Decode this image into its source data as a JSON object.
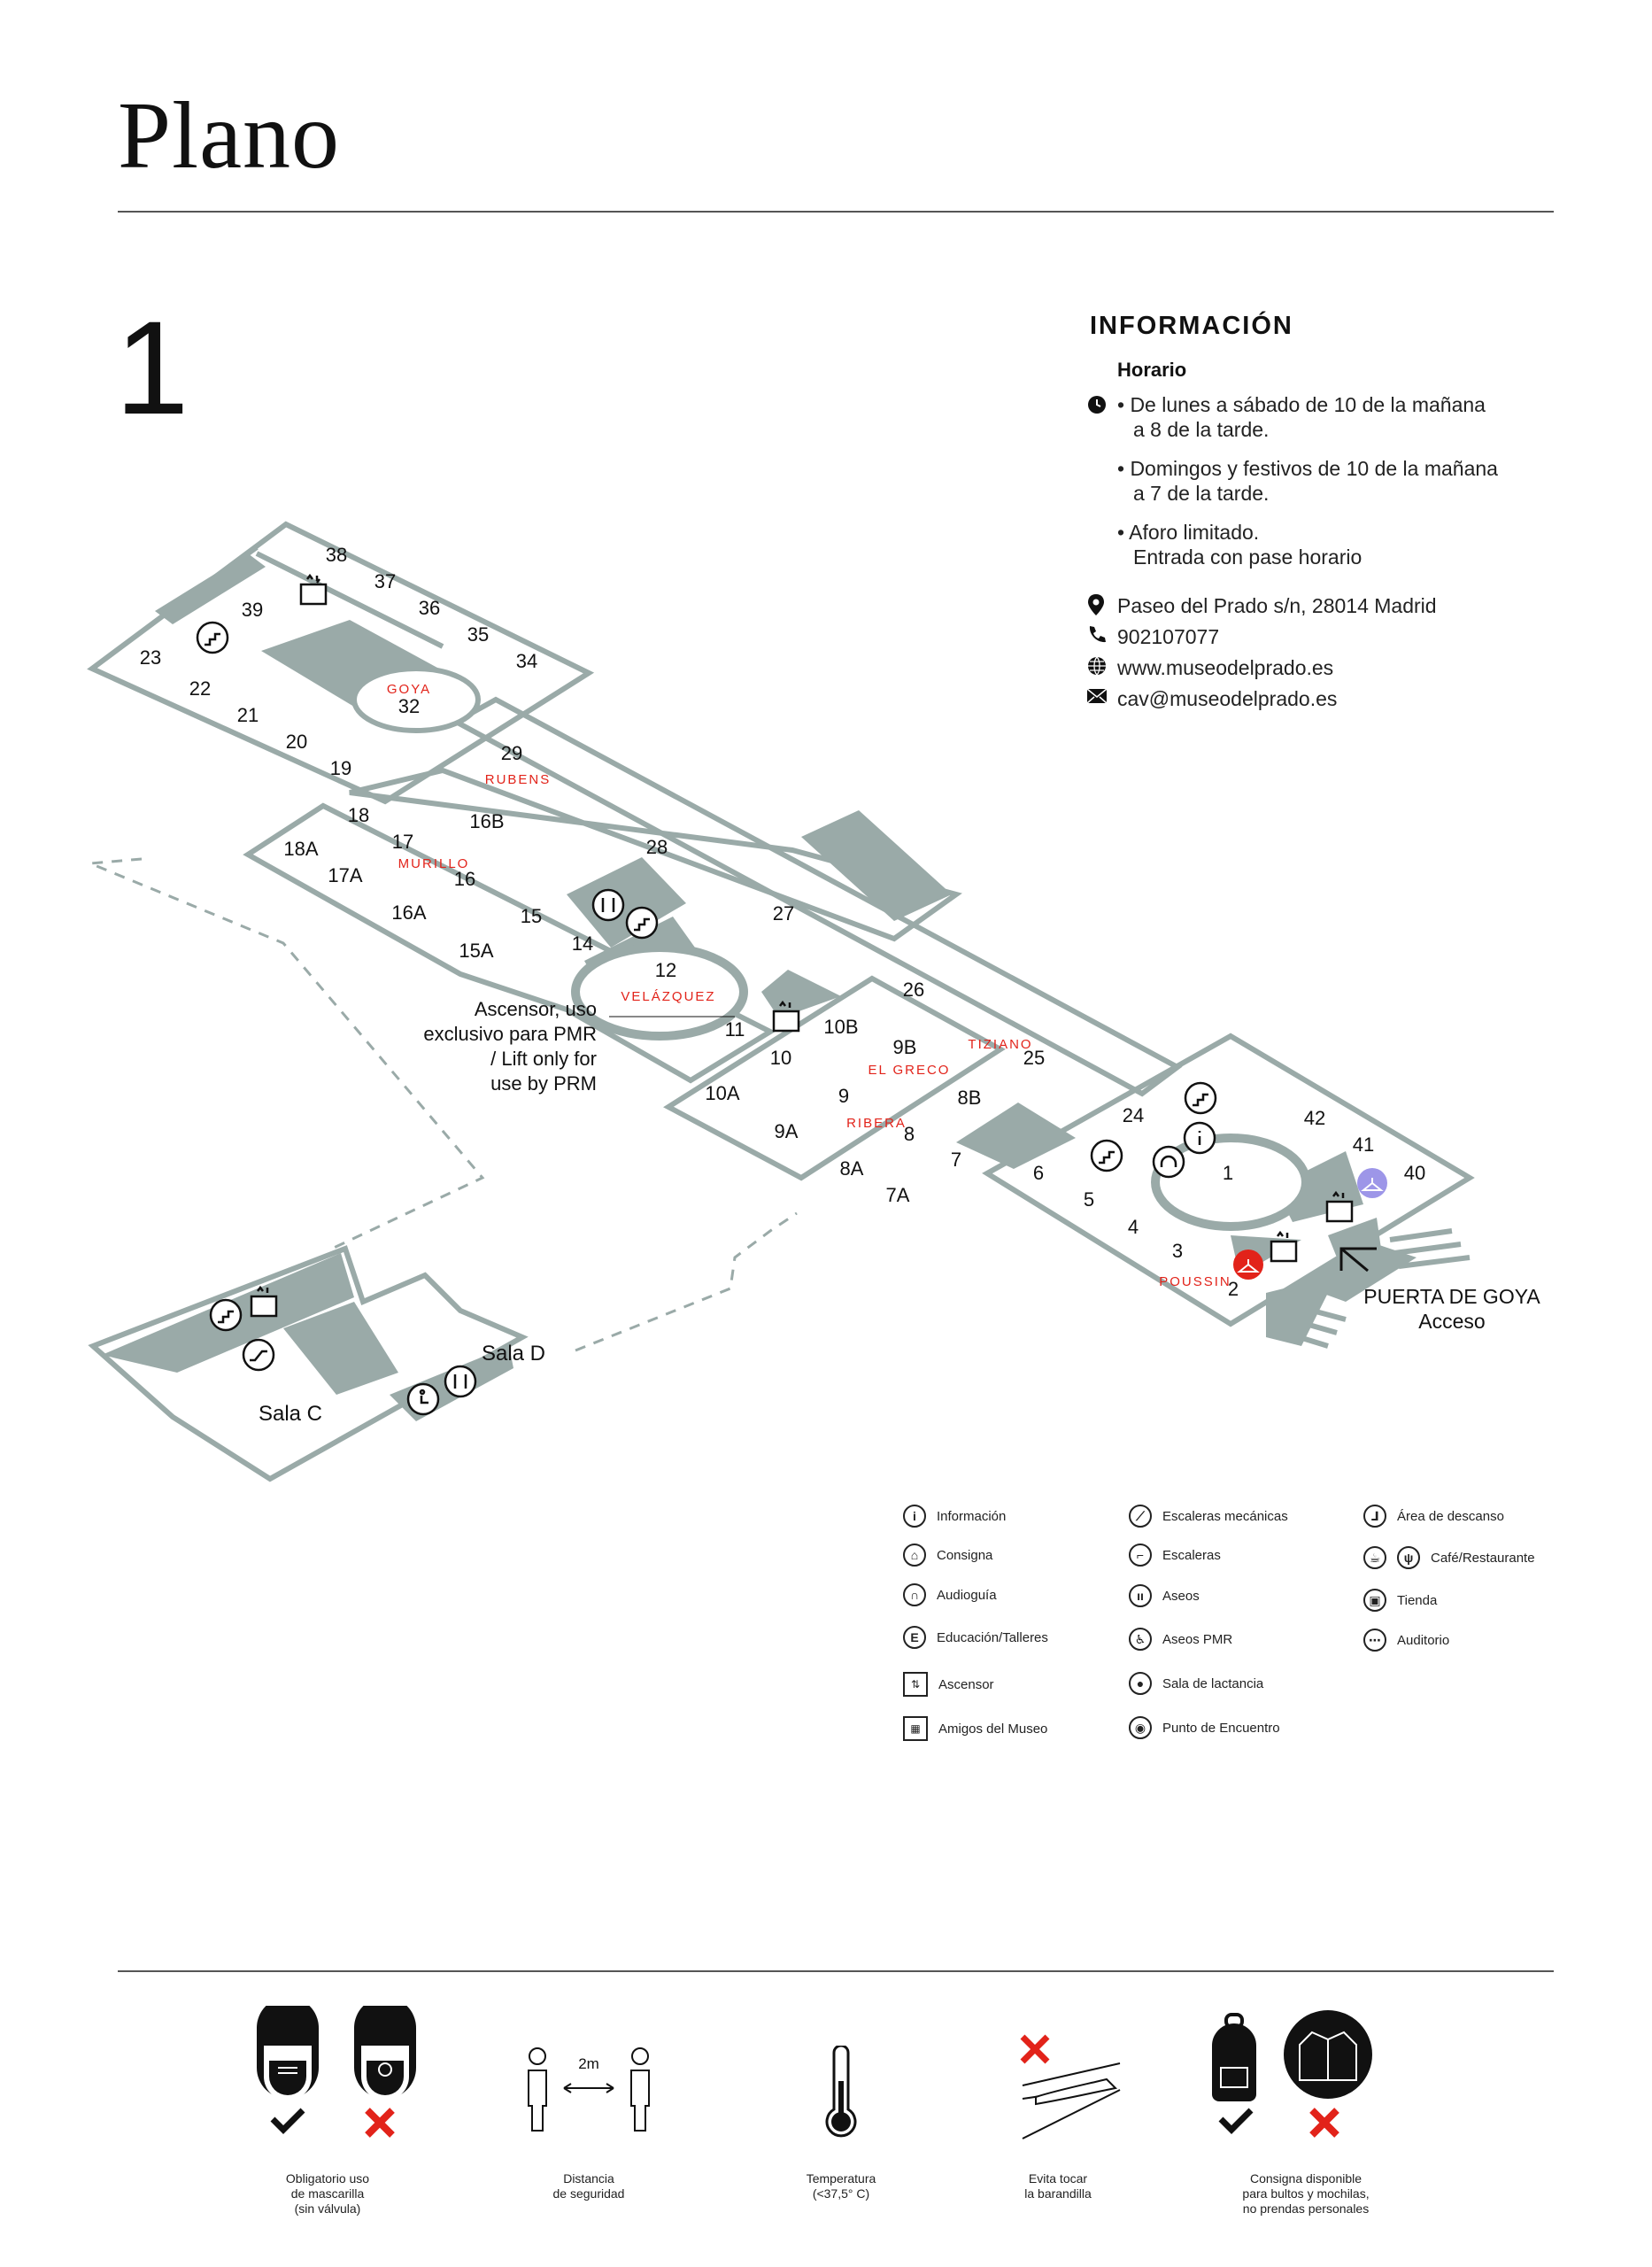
{
  "page": {
    "title": "Plano",
    "floor": "1"
  },
  "info": {
    "heading": "INFORMACIÓN",
    "schedule_heading": "Horario",
    "schedule": [
      [
        "• De lunes a sábado de 10 de la mañana",
        "a 8 de la tarde."
      ],
      [
        "• Domingos y festivos de 10 de la mañana",
        "a 7 de la tarde."
      ],
      [
        "• Aforo limitado.",
        "Entrada con pase horario"
      ]
    ],
    "address": "Paseo del Prado s/n, 28014 Madrid",
    "phone": "902107077",
    "web": "www.museodelprado.es",
    "email": "cav@museodelprado.es"
  },
  "map": {
    "rooms": [
      "38",
      "37",
      "36",
      "35",
      "34",
      "39",
      "23",
      "22",
      "21",
      "20",
      "19",
      "32",
      "29",
      "18",
      "17",
      "16B",
      "16",
      "18A",
      "17A",
      "16A",
      "15A",
      "15",
      "14",
      "28",
      "27",
      "12",
      "26",
      "11",
      "10B",
      "10",
      "9B",
      "25",
      "10A",
      "9",
      "8B",
      "9A",
      "8",
      "7",
      "8A",
      "7A",
      "24",
      "42",
      "41",
      "40",
      "1",
      "6",
      "5",
      "4",
      "3",
      "2"
    ],
    "artists": [
      "GOYA",
      "RUBENS",
      "MURILLO",
      "VELÁZQUEZ",
      "TIZIANO",
      "EL GRECO",
      "RIBERA",
      "POUSSIN"
    ],
    "lift_note": [
      "Ascensor, uso",
      "exclusivo para PMR",
      "/ Lift only for",
      "use by PRM"
    ],
    "entrance": [
      "PUERTA DE GOYA",
      "Acceso"
    ],
    "sala_c": "Sala C",
    "sala_d": "Sala D",
    "colors": {
      "wall": "#9aaaa8",
      "artist": "#e2231a",
      "accent": "#9d96e8"
    }
  },
  "legend": {
    "col1": [
      "Información",
      "Consigna",
      "Audioguía",
      "Educación/Talleres",
      "Ascensor",
      "Amigos del Museo"
    ],
    "col2": [
      "Escaleras mecánicas",
      "Escaleras",
      "Aseos",
      "Aseos PMR",
      "Sala de lactancia",
      "Punto de Encuentro"
    ],
    "col3": [
      "Área de descanso",
      "Café/Restaurante",
      "Tienda",
      "Auditorio"
    ]
  },
  "safety": [
    [
      "Obligatorio uso",
      "de mascarilla",
      "(sin válvula)"
    ],
    [
      "Distancia",
      "de seguridad"
    ],
    [
      "Temperatura",
      "(<37,5° C)"
    ],
    [
      "Evita tocar",
      "la barandilla"
    ],
    [
      "Consigna disponible",
      "para bultos y mochilas,",
      "no prendas personales"
    ]
  ],
  "distance_label": "2m"
}
